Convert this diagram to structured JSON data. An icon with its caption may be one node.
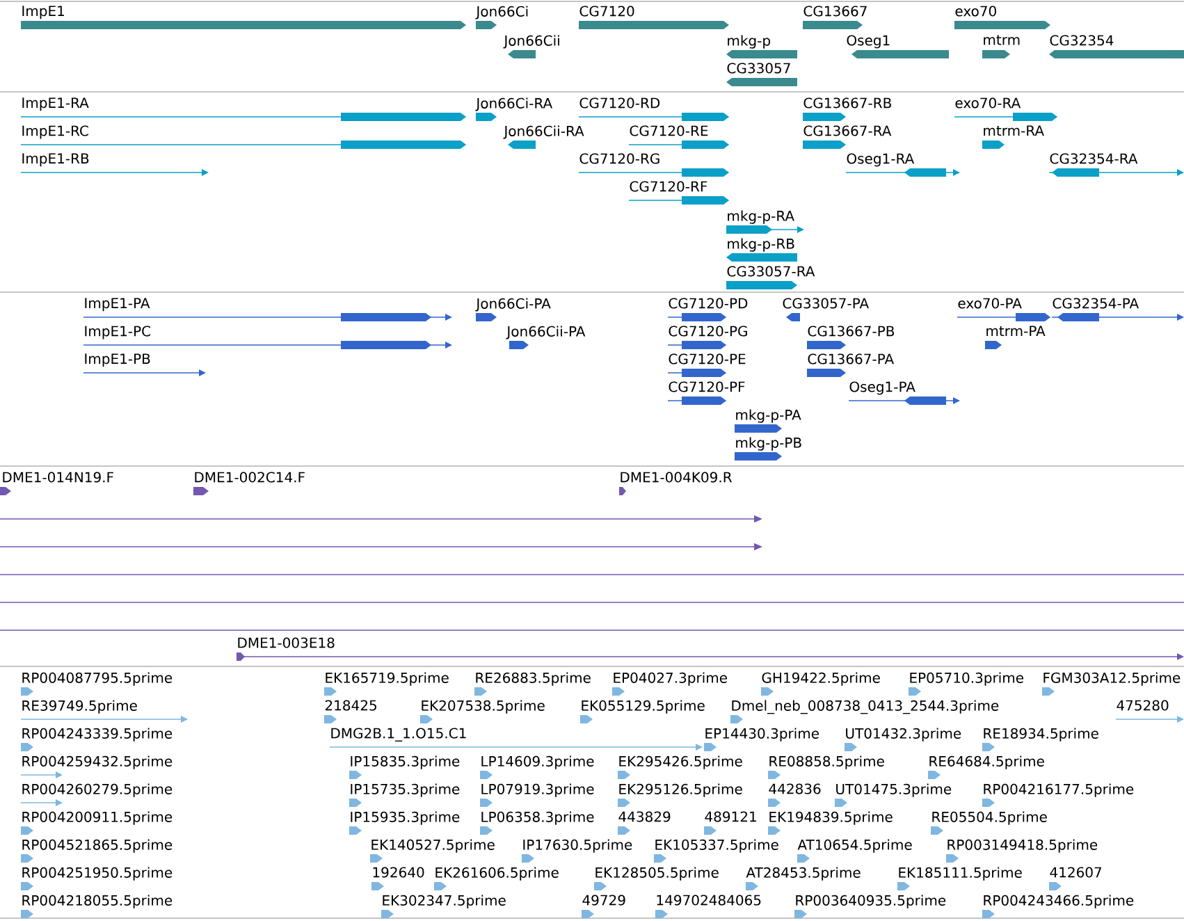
{
  "diagram": {
    "labels": [
      "ImpE1",
      "Jon66Ci",
      "CG7120",
      "CG13667",
      "exo70",
      "Jon66Cii",
      "mkg-p",
      "Oseg1",
      "mtrm",
      "CG32354",
      "CG33057",
      "ImpE1-RA",
      "Jon66Ci-RA",
      "CG7120-RD",
      "CG13667-RB",
      "exo70-RA",
      "ImpE1-RC",
      "Jon66Cii-RA",
      "CG7120-RE",
      "CG13667-RA",
      "mtrm-RA",
      "ImpE1-RB",
      "CG7120-RG",
      "Oseg1-RA",
      "CG32354-RA",
      "CG7120-RF",
      "mkg-p-RA",
      "mkg-p-RB",
      "CG33057-RA",
      "ImpE1-PA",
      "Jon66Ci-PA",
      "CG7120-PD",
      "CG33057-PA",
      "exo70-PA",
      "CG32354-PA",
      "ImpE1-PC",
      "Jon66Cii-PA",
      "CG7120-PG",
      "CG13667-PB",
      "mtrm-PA",
      "ImpE1-PB",
      "CG7120-PE",
      "CG13667-PA",
      "CG7120-PF",
      "Oseg1-PA",
      "mkg-p-PA",
      "mkg-p-PB",
      "DME1-014N19.F",
      "DME1-002C14.F",
      "DME1-004K09.R",
      "DME1-003E18",
      "RP004087795.5prime",
      "EK165719.5prime",
      "RE26883.5prime",
      "EP04027.3prime",
      "GH19422.5prime",
      "EP05710.3prime",
      "FGM303A12.5prime",
      "RE39749.5prime",
      "218425",
      "EK207538.5prime",
      "EK055129.5prime",
      "Dmel_neb_008738_0413_2544.3prime",
      "475280",
      "RP004243339.5prime",
      "DMG2B.1_1.O15.C1",
      "EP14430.3prime",
      "UT01432.3prime",
      "RE18934.5prime",
      "RP004259432.5prime",
      "IP15835.3prime",
      "LP14609.3prime",
      "EK295426.5prime",
      "RE08858.5prime",
      "RE64684.5prime",
      "RP004260279.5prime",
      "IP15735.3prime",
      "LP07919.3prime",
      "EK295126.5prime",
      "442836",
      "UT01475.3prime",
      "RP004216177.5prime",
      "RP004200911.5prime",
      "IP15935.3prime",
      "LP06358.3prime",
      "443829",
      "489121",
      "EK194839.5prime",
      "RE05504.5prime",
      "RP004521865.5prime",
      "EK140527.5prime",
      "IP17630.5prime",
      "EK105337.5prime",
      "AT10654.5prime",
      "RP003149418.5prime",
      "RP004251950.5prime",
      "192640",
      "EK261606.5prime",
      "EK128505.5prime",
      "AT28453.5prime",
      "EK185111.5prime",
      "412607",
      "RP004218055.5prime",
      "EK302347.5prime",
      "49729",
      "149702484065",
      "RP003640935.5prime",
      "RP004243466.5prime"
    ]
  }
}
